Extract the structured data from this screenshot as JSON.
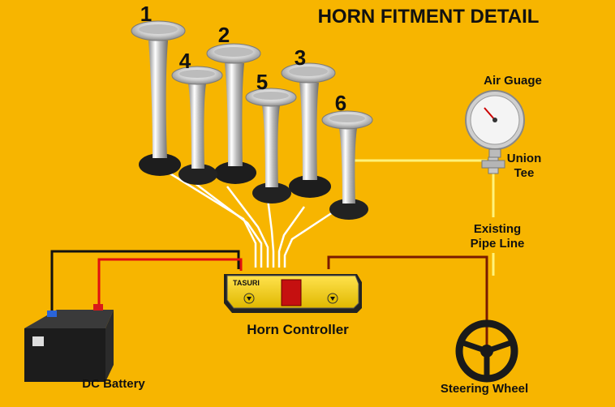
{
  "title": "HORN FITMENT DETAIL",
  "horn_numbers": [
    "1",
    "2",
    "3",
    "4",
    "5",
    "6"
  ],
  "labels": {
    "air_gauge": "Air Guage",
    "union_tee_line1": "Union",
    "union_tee_line2": "Tee",
    "existing_line1": "Existing",
    "existing_line2": "Pipe Line",
    "horn_controller": "Horn Controller",
    "dc_battery": "DC Battery",
    "steering_wheel": "Steering Wheel"
  },
  "controller_brand": "TASURI",
  "colors": {
    "background": "#f7b500",
    "air_pipe": "#fff27a",
    "positive_wire": "#e01010",
    "negative_wire": "#111111",
    "steering_wire": "#7a1a00",
    "chrome": "#d9d9d9"
  }
}
